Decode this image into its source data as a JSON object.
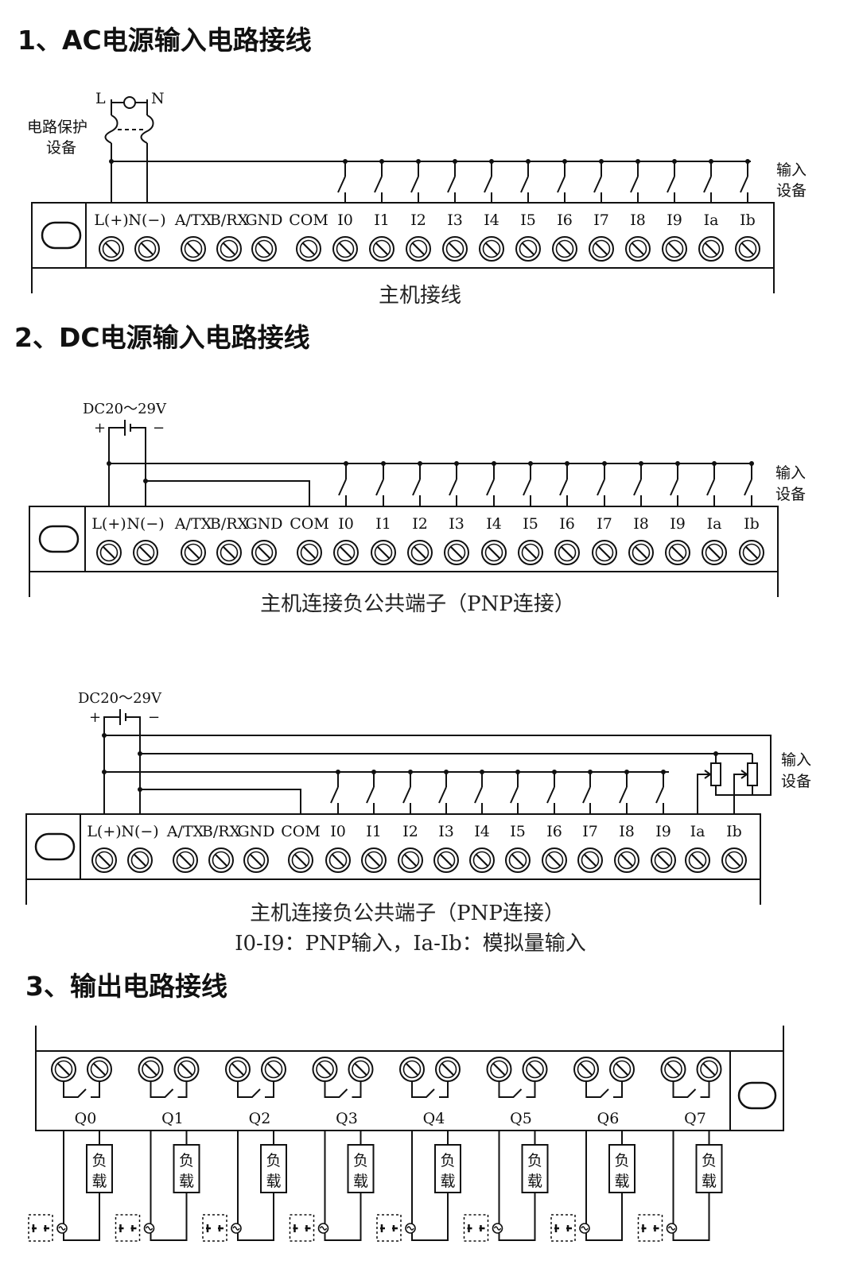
{
  "sections": {
    "ac_title": "1、AC电源输入电路接线",
    "dc_title": "2、DC电源输入电路接线",
    "out_title": "3、输出电路接线"
  },
  "terminals": [
    "L(+)",
    "N(−)",
    "A/TX",
    "B/RX",
    "GND",
    "COM",
    "I0",
    "I1",
    "I2",
    "I3",
    "I4",
    "I5",
    "I6",
    "I7",
    "I8",
    "I9",
    "Ia",
    "Ib"
  ],
  "ac": {
    "L": "L",
    "N": "N",
    "protect_line1": "电路保护",
    "protect_line2": "设备",
    "input_dev_1": "输入",
    "input_dev_2": "设备",
    "caption": "主机接线"
  },
  "dc1": {
    "supply": "DC20～29V",
    "plus": "+",
    "minus": "−",
    "input_dev_1": "输入",
    "input_dev_2": "设备",
    "caption": "主机连接负公共端子（PNP连接）"
  },
  "dc2": {
    "supply": "DC20～29V",
    "plus": "+",
    "minus": "−",
    "input_dev_1": "输入",
    "input_dev_2": "设备",
    "caption": "主机连接负公共端子（PNP连接）",
    "caption2": "I0-I9：PNP输入，Ia-Ib：模拟量输入"
  },
  "outputs": {
    "labels": [
      "Q0",
      "Q1",
      "Q2",
      "Q3",
      "Q4",
      "Q5",
      "Q6",
      "Q7"
    ],
    "load_1": "负",
    "load_2": "载"
  }
}
